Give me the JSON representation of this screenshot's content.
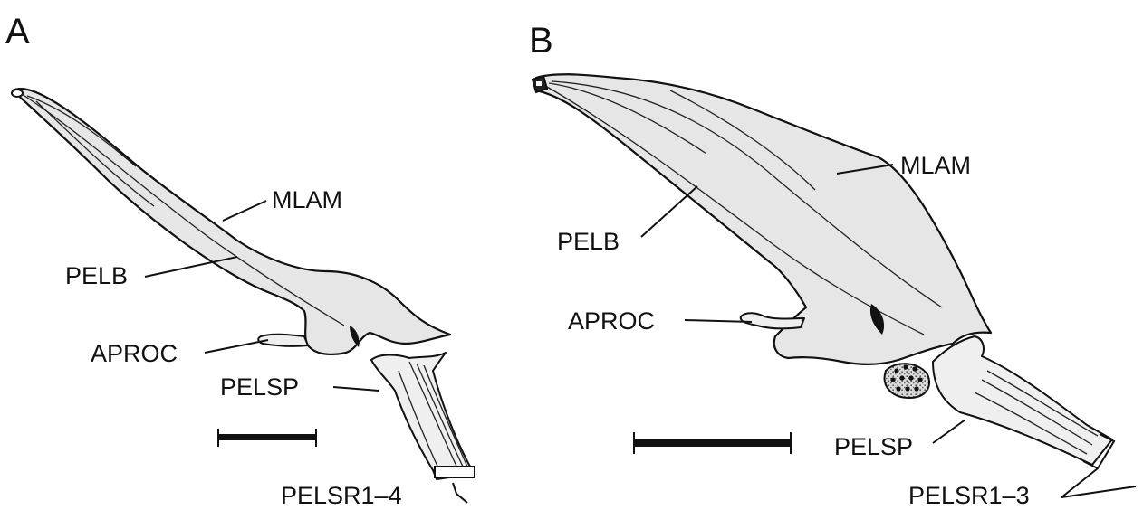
{
  "panels": [
    {
      "letter": "A",
      "labels": {
        "mlam": "MLAM",
        "pelb": "PELB",
        "aproc": "APROC",
        "pelsp": "PELSP",
        "pelsr": "PELSR1–4"
      }
    },
    {
      "letter": "B",
      "labels": {
        "mlam": "MLAM",
        "pelb": "PELB",
        "aproc": "APROC",
        "pelsp": "PELSP",
        "pelsr": "PELSR1–3"
      }
    }
  ]
}
